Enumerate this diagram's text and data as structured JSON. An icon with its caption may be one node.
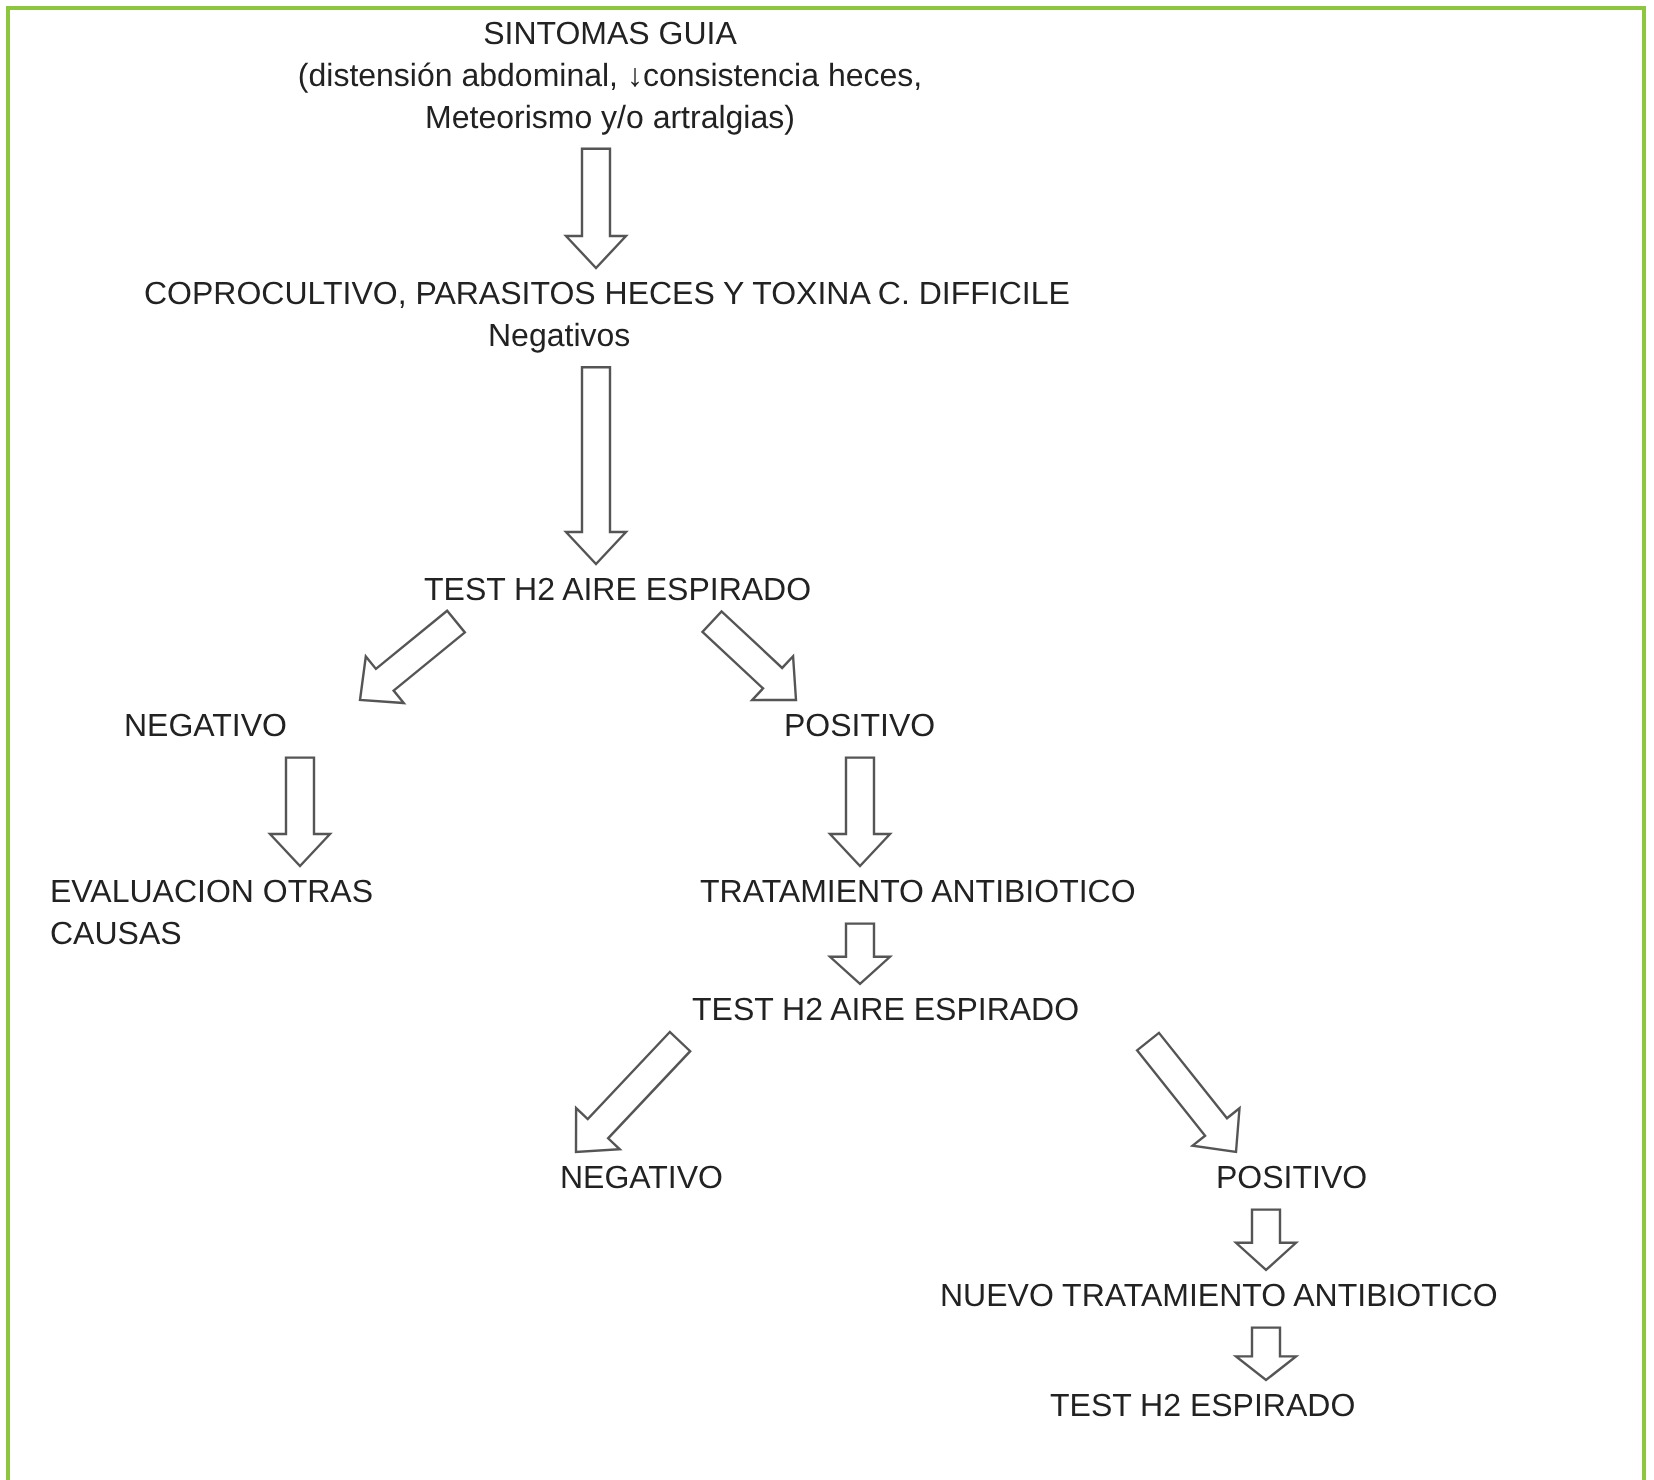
{
  "diagram": {
    "nodes": [
      {
        "text": [
          "SINTOMAS GUIA",
          "(distensión abdominal, ↓consistencia heces, Meteorismo  y/o artralgias)"
        ]
      },
      {
        "text": [
          "COPROCULTIVO, PARASITOS HECES Y TOXINA C. DIFFICILE",
          "Negativos"
        ]
      },
      {
        "text": [
          "TEST H2 AIRE ESPIRADO"
        ]
      },
      {
        "text": [
          "NEGATIVO"
        ]
      },
      {
        "text": [
          "POSITIVO"
        ]
      },
      {
        "text": [
          "EVALUACION OTRAS CAUSAS"
        ]
      },
      {
        "text": [
          "TRATAMIENTO ANTIBIOTICO"
        ]
      },
      {
        "text": [
          "TEST H2 AIRE ESPIRADO"
        ]
      },
      {
        "text": [
          "NEGATIVO"
        ]
      },
      {
        "text": [
          "POSITIVO"
        ]
      },
      {
        "text": [
          "NUEVO TRATAMIENTO ANTIBIOTICO"
        ]
      },
      {
        "text": [
          "TEST H2 ESPIRADO"
        ]
      }
    ],
    "edges": [
      {
        "from": 0,
        "to": 1,
        "arrow": "to"
      },
      {
        "from": 1,
        "to": 2,
        "arrow": "to"
      },
      {
        "from": 2,
        "to": 3,
        "arrow": "to"
      },
      {
        "from": 2,
        "to": 4,
        "arrow": "to"
      },
      {
        "from": 3,
        "to": 5,
        "arrow": "to"
      },
      {
        "from": 4,
        "to": 6,
        "arrow": "to"
      },
      {
        "from": 6,
        "to": 7,
        "arrow": "to"
      },
      {
        "from": 7,
        "to": 8,
        "arrow": "to"
      },
      {
        "from": 7,
        "to": 9,
        "arrow": "to"
      },
      {
        "from": 9,
        "to": 10,
        "arrow": "to"
      },
      {
        "from": 10,
        "to": 11,
        "arrow": "to"
      }
    ]
  }
}
